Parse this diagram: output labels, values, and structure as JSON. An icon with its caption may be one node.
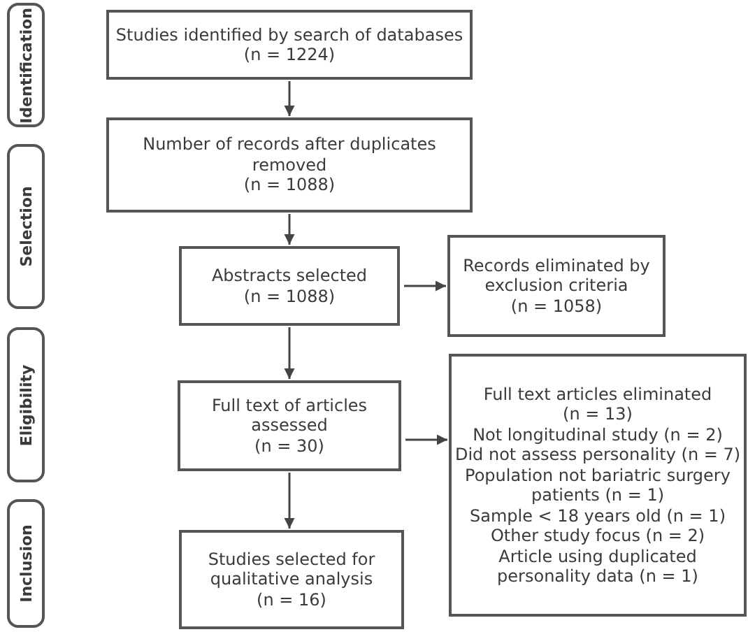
{
  "diagram": {
    "nodes": [
      {
        "text": [
          "Identification"
        ]
      },
      {
        "text": [
          "Selection"
        ]
      },
      {
        "text": [
          "Eligibility"
        ]
      },
      {
        "text": [
          "Inclusion"
        ]
      },
      {
        "text": [
          "Studies identified by search of databases",
          "(n = 1224)"
        ]
      },
      {
        "text": [
          "Number of records after duplicates removed",
          "(n = 1088)"
        ]
      },
      {
        "text": [
          "Abstracts selected",
          "(n = 1088)"
        ]
      },
      {
        "text": [
          "Records eliminated by exclusion criteria",
          "(n = 1058)"
        ]
      },
      {
        "text": [
          "Full text of articles assessed",
          "(n = 30)"
        ]
      },
      {
        "text": [
          "Studies selected for qualitative analysis",
          "(n = 16)"
        ]
      },
      {
        "text": [
          "Full text articles eliminated",
          "(n = 13)",
          "Not longitudinal study (n = 2)",
          "Did not assess personality (n = 7)",
          "Population not bariatric surgery patients (n = 1)",
          "Sample < 18 years old (n = 1)",
          "Other study focus (n = 2)",
          "Article using duplicated personality data (n = 1)"
        ]
      }
    ],
    "edges": [
      {
        "from": 4,
        "to": 5,
        "arrow": "to"
      },
      {
        "from": 5,
        "to": 6,
        "arrow": "to"
      },
      {
        "from": 6,
        "to": 7,
        "arrow": "to"
      },
      {
        "from": 6,
        "to": 8,
        "arrow": "to"
      },
      {
        "from": 8,
        "to": 10,
        "arrow": "to"
      },
      {
        "from": 8,
        "to": 9,
        "arrow": "to"
      }
    ]
  }
}
